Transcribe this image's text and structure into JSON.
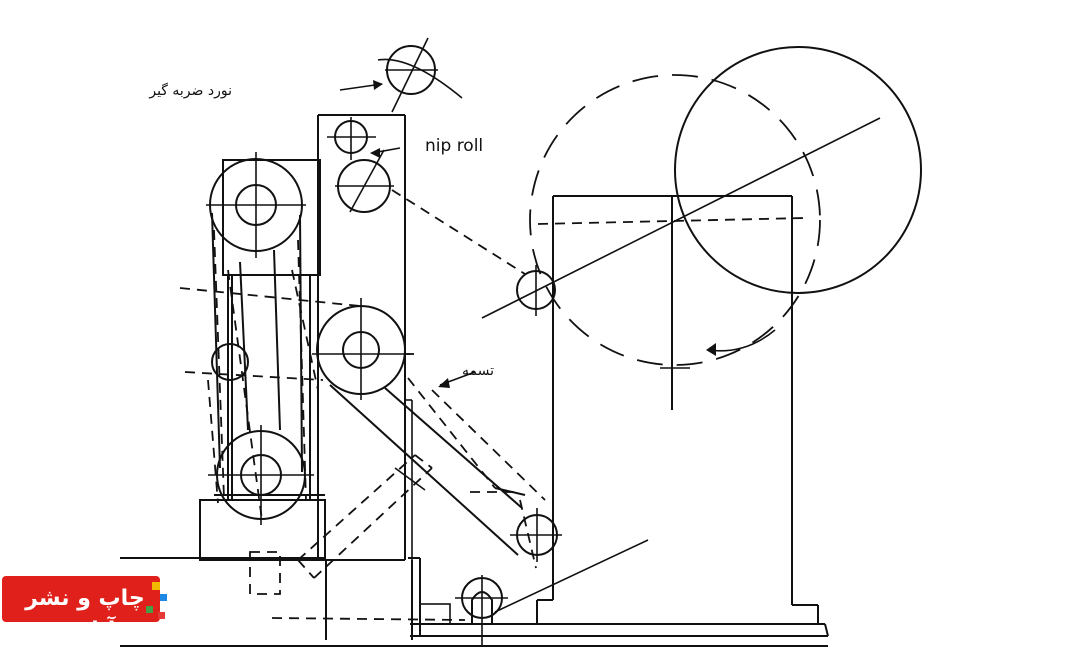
{
  "labels": {
    "impact_roll": "نورد ضربه گیر",
    "nip_roll": "nip roll",
    "belt": "تسمه"
  },
  "logo": {
    "text": "چاپ و نشر آنلاین",
    "brand_color": "#e0201b",
    "accent_colors": [
      "#f2b800",
      "#1e88e5",
      "#43a047",
      "#e53935"
    ]
  }
}
